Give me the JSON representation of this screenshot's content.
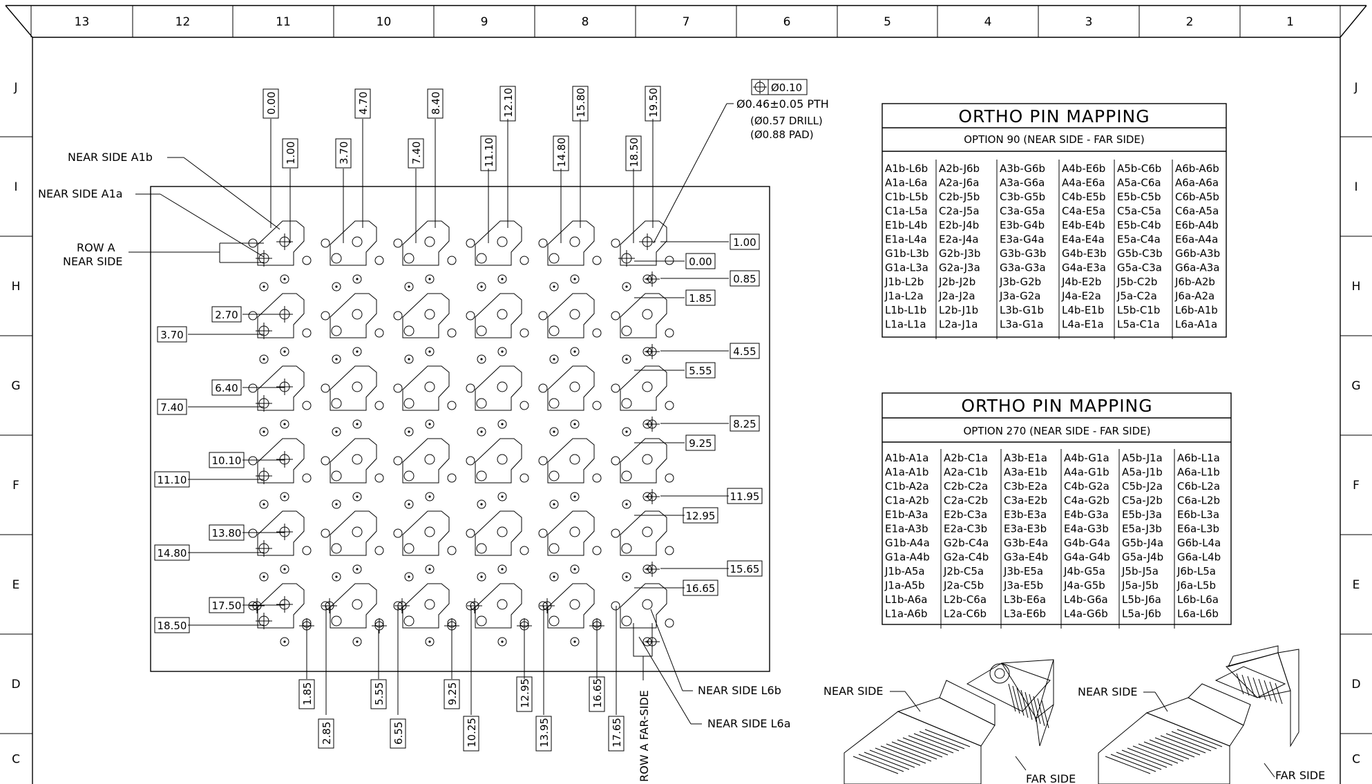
{
  "border": {
    "columns": [
      "13",
      "12",
      "11",
      "10",
      "9",
      "8",
      "7",
      "6",
      "5",
      "4",
      "3",
      "2",
      "1"
    ],
    "rows": [
      "J",
      "I",
      "H",
      "G",
      "F",
      "E",
      "D",
      "C"
    ]
  },
  "callouts": {
    "near_side_a1b": "NEAR SIDE A1b",
    "near_side_a1a": "NEAR SIDE A1a",
    "row_a_near_side_line1": "ROW A",
    "row_a_near_side_line2": "NEAR SIDE",
    "near_side_l6b": "NEAR SIDE L6b",
    "near_side_l6a": "NEAR SIDE L6a",
    "row_a_far_side": "ROW A FAR-SIDE"
  },
  "hole_spec": {
    "tolerance": "Ø0.10",
    "line1": "Ø0.46±0.05 PTH",
    "line2": "(Ø0.57 DRILL)",
    "line3": "(Ø0.88 PAD)"
  },
  "top_dims_a": [
    "0.00",
    "4.70",
    "8.40",
    "12.10",
    "15.80",
    "19.50"
  ],
  "top_dims_b": [
    "1.00",
    "3.70",
    "7.40",
    "11.10",
    "14.80",
    "18.50"
  ],
  "left_dims_a": [
    "2.70",
    "6.40",
    "10.10",
    "13.80",
    "17.50"
  ],
  "left_dims_b": [
    "3.70",
    "7.40",
    "11.10",
    "14.80",
    "18.50"
  ],
  "right_dims_a": [
    "1.00",
    "0.85",
    "4.55",
    "8.25",
    "11.95",
    "15.65"
  ],
  "right_dims_b": [
    "0.00",
    "1.85",
    "5.55",
    "9.25",
    "12.95",
    "16.65"
  ],
  "bottom_dims_a": [
    "1.85",
    "5.55",
    "9.25",
    "12.95",
    "16.65"
  ],
  "bottom_dims_b": [
    "2.85",
    "6.55",
    "10.25",
    "13.95",
    "17.65"
  ],
  "table1": {
    "title": "ORTHO PIN MAPPING",
    "subtitle": "OPTION 90 (NEAR SIDE - FAR SIDE)",
    "columns": [
      [
        "A1b-L6b",
        "A1a-L6a",
        "C1b-L5b",
        "C1a-L5a",
        "E1b-L4b",
        "E1a-L4a",
        "G1b-L3b",
        "G1a-L3a",
        "J1b-L2b",
        "J1a-L2a",
        "L1b-L1b",
        "L1a-L1a"
      ],
      [
        "A2b-J6b",
        "A2a-J6a",
        "C2b-J5b",
        "C2a-J5a",
        "E2b-J4b",
        "E2a-J4a",
        "G2b-J3b",
        "G2a-J3a",
        "J2b-J2b",
        "J2a-J2a",
        "L2b-J1b",
        "L2a-J1a"
      ],
      [
        "A3b-G6b",
        "A3a-G6a",
        "C3b-G5b",
        "C3a-G5a",
        "E3b-G4b",
        "E3a-G4a",
        "G3b-G3b",
        "G3a-G3a",
        "J3b-G2b",
        "J3a-G2a",
        "L3b-G1b",
        "L3a-G1a"
      ],
      [
        "A4b-E6b",
        "A4a-E6a",
        "C4b-E5b",
        "C4a-E5a",
        "E4b-E4b",
        "E4a-E4a",
        "G4b-E3b",
        "G4a-E3a",
        "J4b-E2b",
        "J4a-E2a",
        "L4b-E1b",
        "L4a-E1a"
      ],
      [
        "A5b-C6b",
        "A5a-C6a",
        "E5b-C5b",
        "C5a-C5a",
        "E5b-C4b",
        "E5a-C4a",
        "G5b-C3b",
        "G5a-C3a",
        "J5b-C2b",
        "J5a-C2a",
        "L5b-C1b",
        "L5a-C1a"
      ],
      [
        "A6b-A6b",
        "A6a-A6a",
        "C6b-A5b",
        "C6a-A5a",
        "E6b-A4b",
        "E6a-A4a",
        "G6b-A3b",
        "G6a-A3a",
        "J6b-A2b",
        "J6a-A2a",
        "L6b-A1b",
        "L6a-A1a"
      ]
    ]
  },
  "table2": {
    "title": "ORTHO PIN MAPPING",
    "subtitle": "OPTION 270 (NEAR SIDE - FAR SIDE)",
    "columns": [
      [
        "A1b-A1a",
        "A1a-A1b",
        "C1b-A2a",
        "C1a-A2b",
        "E1b-A3a",
        "E1a-A3b",
        "G1b-A4a",
        "G1a-A4b",
        "J1b-A5a",
        "J1a-A5b",
        "L1b-A6a",
        "L1a-A6b"
      ],
      [
        "A2b-C1a",
        "A2a-C1b",
        "C2b-C2a",
        "C2a-C2b",
        "E2b-C3a",
        "E2a-C3b",
        "G2b-C4a",
        "G2a-C4b",
        "J2b-C5a",
        "J2a-C5b",
        "L2b-C6a",
        "L2a-C6b"
      ],
      [
        "A3b-E1a",
        "A3a-E1b",
        "C3b-E2a",
        "C3a-E2b",
        "E3b-E3a",
        "E3a-E3b",
        "G3b-E4a",
        "G3a-E4b",
        "J3b-E5a",
        "J3a-E5b",
        "L3b-E6a",
        "L3a-E6b"
      ],
      [
        "A4b-G1a",
        "A4a-G1b",
        "C4b-G2a",
        "C4a-G2b",
        "E4b-G3a",
        "E4a-G3b",
        "G4b-G4a",
        "G4a-G4b",
        "J4b-G5a",
        "J4a-G5b",
        "L4b-G6a",
        "L4a-G6b"
      ],
      [
        "A5b-J1a",
        "A5a-J1b",
        "C5b-J2a",
        "C5a-J2b",
        "E5b-J3a",
        "E5a-J3b",
        "G5b-J4a",
        "G5a-J4b",
        "J5b-J5a",
        "J5a-J5b",
        "L5b-J6a",
        "L5a-J6b"
      ],
      [
        "A6b-L1a",
        "A6a-L1b",
        "C6b-L2a",
        "C6a-L2b",
        "E6b-L3a",
        "E6a-L3b",
        "G6b-L4a",
        "G6a-L4b",
        "J6b-L5a",
        "J6a-L5b",
        "L6b-L6a",
        "L6a-L6b"
      ]
    ]
  },
  "iso_views": {
    "left_near": "NEAR SIDE",
    "left_far": "FAR SIDE",
    "right_near": "NEAR SIDE",
    "right_far": "FAR SIDE"
  }
}
